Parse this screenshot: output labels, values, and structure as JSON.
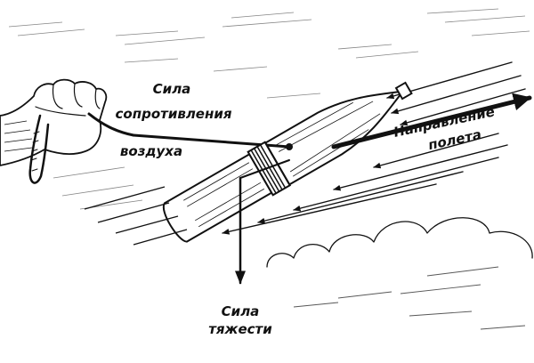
{
  "labels": {
    "air_resistance": [
      "Сила",
      "сопротивления",
      "воздуха"
    ],
    "flight_direction": [
      "Направление",
      "полета"
    ],
    "gravity": [
      "Сила",
      "тяжести"
    ]
  },
  "colors": {
    "ink": "#111111",
    "background": "#ffffff"
  },
  "icons": [
    "hand-icon",
    "rope-icon",
    "cloud-icon",
    "shell-icon"
  ]
}
